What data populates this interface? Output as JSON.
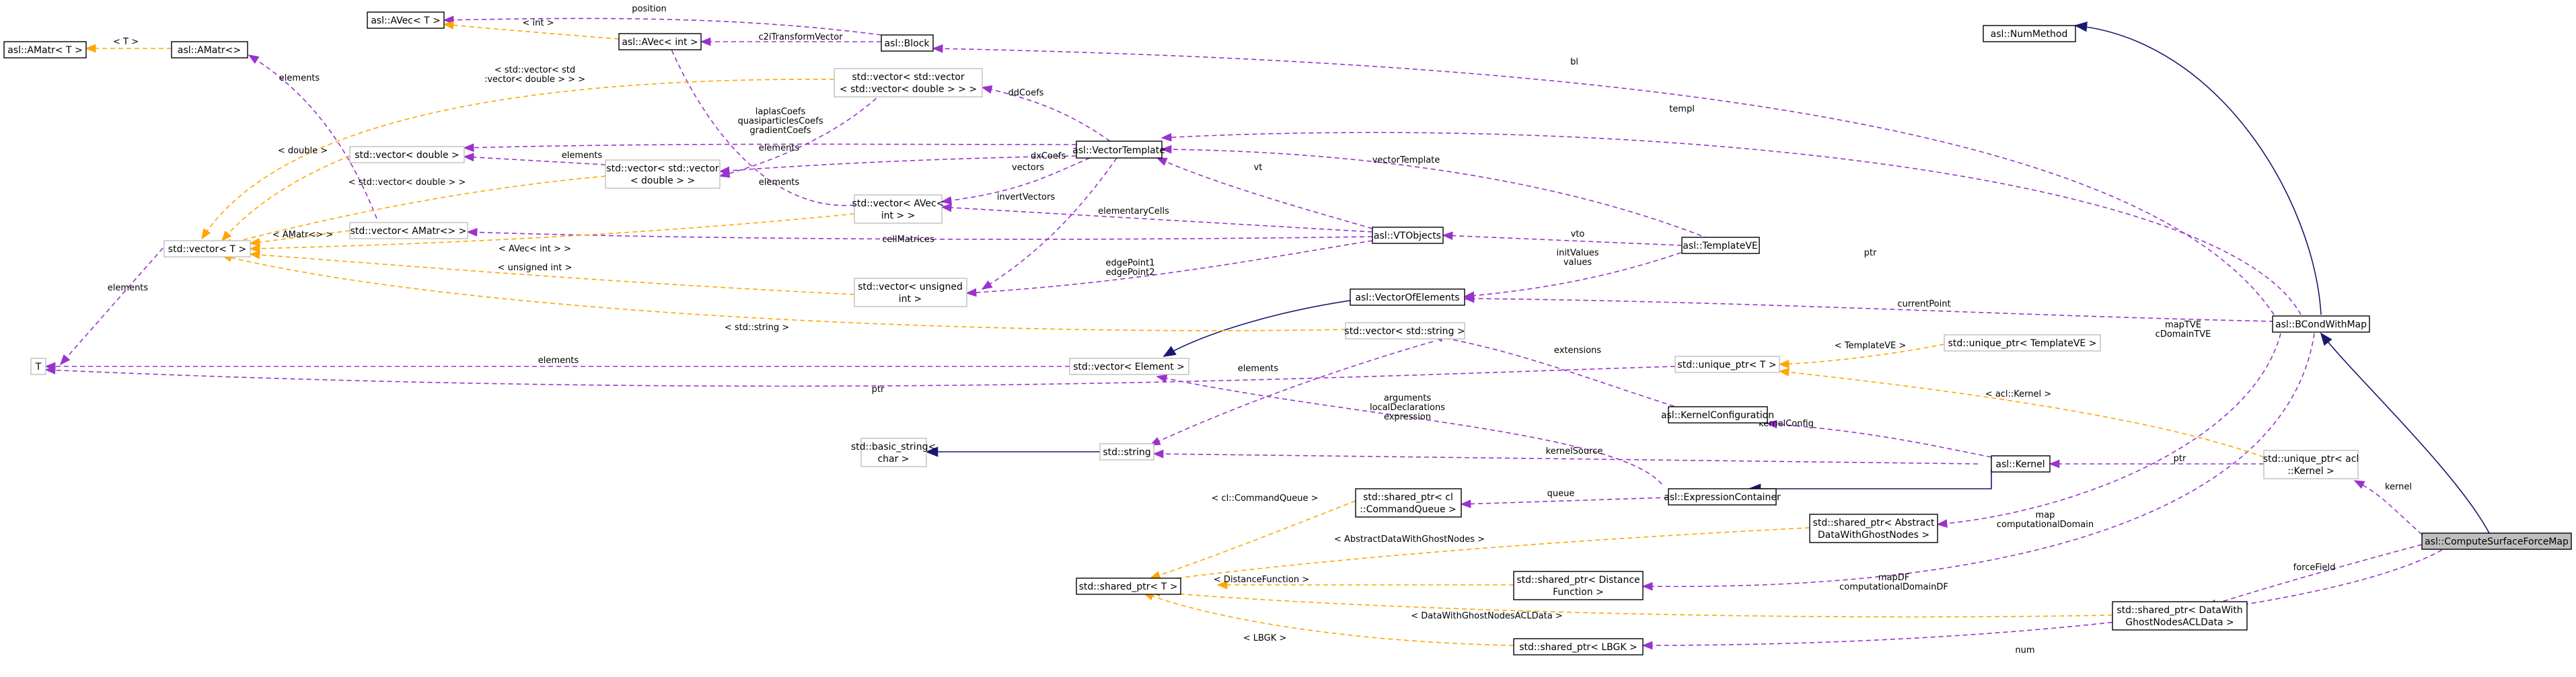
{
  "diagram": {
    "nodes": {
      "AMatrT": "asl::AMatr< T >",
      "AMatr": "asl::AMatr<>",
      "AVecT": "asl::AVec< T >",
      "AVecInt": "asl::AVec< int >",
      "ABlock": "asl::Block",
      "NumMethod": "asl::NumMethod",
      "VecVecDouble": [
        "std::vector< std::vector",
        "< std::vector< double > > >"
      ],
      "VecDouble": "std::vector< double >",
      "VecVecDouble2": [
        "std::vector< std::vector",
        "< double > >"
      ],
      "VectorTemplate": "asl::VectorTemplate",
      "VecT": "std::vector< T >",
      "VecAMatr": "std::vector< AMatr<> >",
      "VecAVecInt": [
        "std::vector< AVec<",
        "int > >"
      ],
      "VTObjects": "asl::VTObjects",
      "TemplateVE": "asl::TemplateVE",
      "VecUnsigned": [
        "std::vector< unsigned",
        "int >"
      ],
      "VectorOfElements": "asl::VectorOfElements",
      "BCondWithMap": "asl::BCondWithMap",
      "VecString": "std::vector< std::string >",
      "UniquePtrTemplateVE": "std::unique_ptr< TemplateVE >",
      "T": "T",
      "VecElement": "std::vector< Element >",
      "UniquePtrT": "std::unique_ptr< T >",
      "KernelConfiguration": "asl::KernelConfiguration",
      "BasicString": [
        "std::basic_string<",
        "char >"
      ],
      "StdString": "std::string",
      "Kernel": "asl::Kernel",
      "UniquePtrKernel": [
        "std::unique_ptr< acl",
        "::Kernel >"
      ],
      "SharedCommandQueue": [
        "std::shared_ptr< cl",
        "::CommandQueue >"
      ],
      "ExpressionContainer": "asl::ExpressionContainer",
      "SharedAbstractData": [
        "std::shared_ptr< Abstract",
        "DataWithGhostNodes >"
      ],
      "ComputeSurfaceForceMap": "asl::ComputeSurfaceForceMap",
      "SharedPtrT": "std::shared_ptr< T >",
      "SharedDistance": [
        "std::shared_ptr< Distance",
        "Function >"
      ],
      "SharedDataWithGhost": [
        "std::shared_ptr< DataWith",
        "GhostNodesACLData >"
      ],
      "SharedLBGK": "std::shared_ptr< LBGK >"
    },
    "edge_labels": {
      "position": "position",
      "int": "< int >",
      "c2iTransformVector": "c2iTransformVector",
      "elements_amatr": "elements",
      "T_amatr": "< T >",
      "bl": "bl",
      "templ": "templ",
      "vecvec_label": [
        "< std::vector< std",
        ":vector< double > > >"
      ],
      "dd": "ddCoefs",
      "lq": [
        "laplasCoefs",
        "quasiparticlesCoefs",
        "gradientCoefs"
      ],
      "double": "< double >",
      "elements_dd": "elements",
      "elements_vecvec": "elements",
      "dx": "dxCoefs",
      "vecdouble": "< std::vector< double > >",
      "vectors": "vectors",
      "vt": "vt",
      "vectorTemplate": "vectorTemplate",
      "invertVectors": "invertVectors",
      "elementaryCells": "elementaryCells",
      "amatr_lbl": "< AMatr<> >",
      "cellMatrices": "cellMatrices",
      "avec_int": "< AVec< int > >",
      "unsigned": "< unsigned int >",
      "edgePoint": [
        "edgePoint1",
        "edgePoint2"
      ],
      "vto": "vto",
      "initValues": [
        "initValues",
        "values"
      ],
      "ptr_tve": "ptr",
      "currentPoint": "currentPoint",
      "mapTVE": [
        "mapTVE",
        "cDomainTVE"
      ],
      "string_tmpl": "< std::string >",
      "elements_vecT": "elements",
      "elements_elem": "elements",
      "extensions": "extensions",
      "TemplateVE_lbl": "< TemplateVE >",
      "ptr_T": "ptr",
      "arguments": [
        "arguments",
        "localDeclarations",
        "expression"
      ],
      "aclKernel": "< acl::Kernel >",
      "kernelConfig": "kernelConfig",
      "kernelSource": "kernelSource",
      "ptr_kernel": "ptr",
      "kernel": "kernel",
      "queue": "queue",
      "clCommandQueue": "< cl::CommandQueue >",
      "mapCD": [
        "map",
        "computationalDomain"
      ],
      "abstractData": "< AbstractDataWithGhostNodes >",
      "distanceFunction": "< DistanceFunction >",
      "mapDF": [
        "mapDF",
        "computationalDomainDF"
      ],
      "forceField": "forceField",
      "dataWithGhost": "< DataWithGhostNodesACLData >",
      "lbgk": "< LBGK >",
      "num": "num"
    }
  }
}
